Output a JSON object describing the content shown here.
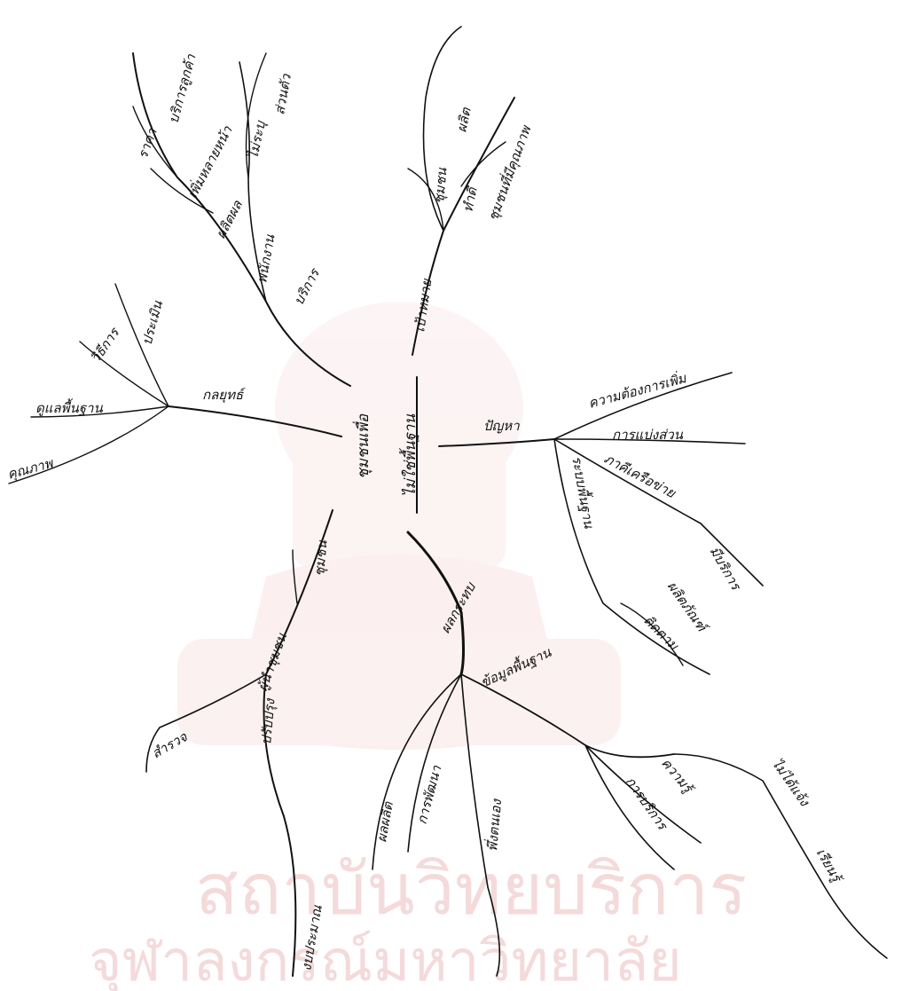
{
  "watermark": {
    "line1": "สถาบันวิทยบริการ",
    "line2": "จุฬาลงกรณ์มหาวิทยาลัย"
  },
  "center": {
    "line1": "ชุมชนเพื่อ",
    "line2": "ไม่ใช่พื้นฐาน"
  },
  "branches": {
    "top_left": {
      "label": "บริการ",
      "sub": [
        "ผลิตผล",
        "เพิ่มหลายหน้า",
        "ราคา",
        "บริการลูกค้า",
        "พนักงาน",
        "ไม่ระบุ",
        "ส่วนตัว"
      ]
    },
    "top": {
      "label": "เป้าหมาย",
      "sub": [
        "ชุมชนที่มีคุณภาพ",
        "ทำดี",
        "ชุมชน",
        "ผลิต"
      ]
    },
    "left": {
      "label": "กลยุทธ์",
      "sub": [
        "ประเมิน",
        "วิธีการ",
        "ดูแลพื้นฐาน",
        "คุณภาพ"
      ]
    },
    "right": {
      "label": "ปัญหา",
      "sub": [
        "ความต้องการเพิ่ม",
        "การแบ่งส่วน",
        "ภาคีเครือข่าย",
        "ระบบพื้นฐาน",
        "มีบริการ",
        "ผลิตภัณฑ์",
        "ติดตาม"
      ]
    },
    "bottom_left": {
      "label": "ชุมชน",
      "sub": [
        "ปรับปรุง",
        "สำรวจ",
        "ผู้นำชุมชน",
        "งบประมาณ"
      ]
    },
    "bottom": {
      "label": "ผลกระทบ",
      "sub": [
        "ข้อมูลพื้นฐาน",
        "ผลผลิต",
        "การพัฒนา",
        "พึ่งตนเอง",
        "การบริการ",
        "ความรู้",
        "ไม่ได้แจ้ง",
        "เรียนรู้"
      ]
    }
  }
}
